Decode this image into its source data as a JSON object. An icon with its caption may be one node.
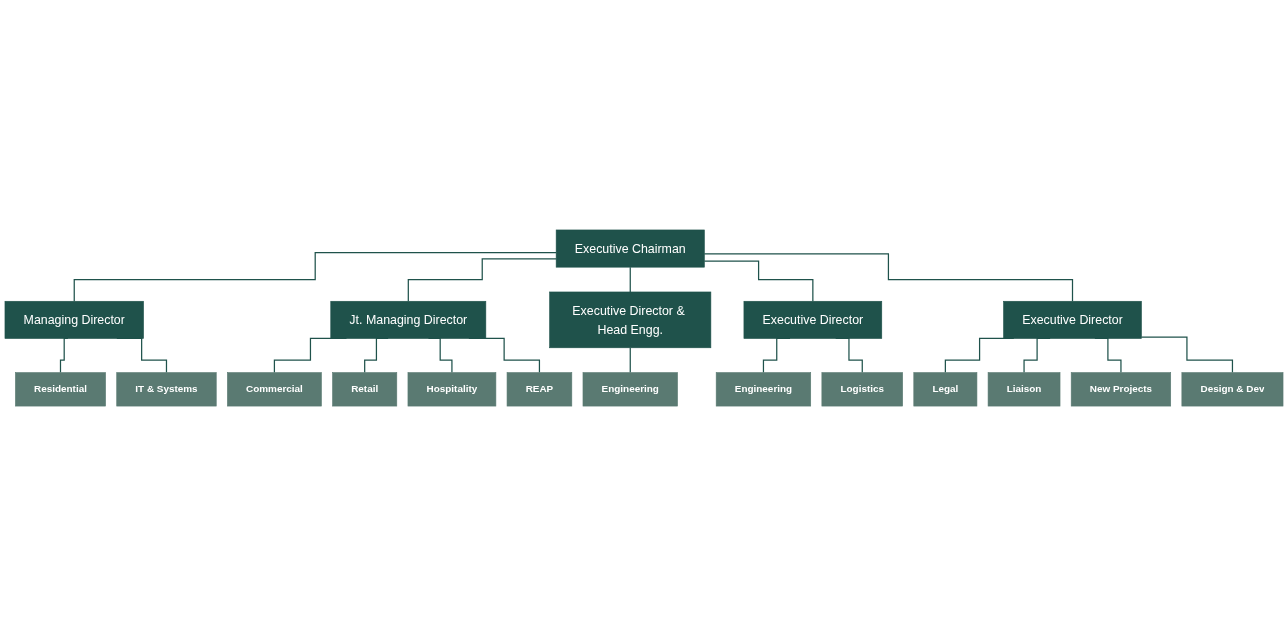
{
  "diagram": {
    "nodes": [
      {
        "text": [
          "Executive Chairman"
        ]
      },
      {
        "text": [
          "Managing Director"
        ]
      },
      {
        "text": [
          "Jt. Managing Director"
        ]
      },
      {
        "text": [
          "Executive Director & Head Engg."
        ]
      },
      {
        "text": [
          "Executive Director"
        ]
      },
      {
        "text": [
          "Executive Director"
        ]
      },
      {
        "text": [
          "Residential"
        ]
      },
      {
        "text": [
          "IT & Systems"
        ]
      },
      {
        "text": [
          "Commercial"
        ]
      },
      {
        "text": [
          "Retail"
        ]
      },
      {
        "text": [
          "Hospitality"
        ]
      },
      {
        "text": [
          "REAP"
        ]
      },
      {
        "text": [
          "Engineering"
        ]
      },
      {
        "text": [
          "Engineering"
        ]
      },
      {
        "text": [
          "Logistics"
        ]
      },
      {
        "text": [
          "Legal"
        ]
      },
      {
        "text": [
          "Liaison"
        ]
      },
      {
        "text": [
          "New Projects"
        ]
      },
      {
        "text": [
          "Design & Dev"
        ]
      }
    ],
    "edges": [
      {
        "from": 0,
        "to": 1,
        "arrow": "none"
      },
      {
        "from": 0,
        "to": 2,
        "arrow": "none"
      },
      {
        "from": 0,
        "to": 3,
        "arrow": "none"
      },
      {
        "from": 0,
        "to": 4,
        "arrow": "none"
      },
      {
        "from": 0,
        "to": 5,
        "arrow": "none"
      },
      {
        "from": 1,
        "to": 6,
        "arrow": "none"
      },
      {
        "from": 1,
        "to": 7,
        "arrow": "none"
      },
      {
        "from": 2,
        "to": 8,
        "arrow": "none"
      },
      {
        "from": 2,
        "to": 9,
        "arrow": "none"
      },
      {
        "from": 2,
        "to": 10,
        "arrow": "none"
      },
      {
        "from": 2,
        "to": 11,
        "arrow": "none"
      },
      {
        "from": 3,
        "to": 12,
        "arrow": "none"
      },
      {
        "from": 4,
        "to": 13,
        "arrow": "none"
      },
      {
        "from": 4,
        "to": 14,
        "arrow": "none"
      },
      {
        "from": 5,
        "to": 15,
        "arrow": "none"
      },
      {
        "from": 5,
        "to": 16,
        "arrow": "none"
      },
      {
        "from": 5,
        "to": 17,
        "arrow": "none"
      },
      {
        "from": 5,
        "to": 18,
        "arrow": "none"
      }
    ]
  }
}
